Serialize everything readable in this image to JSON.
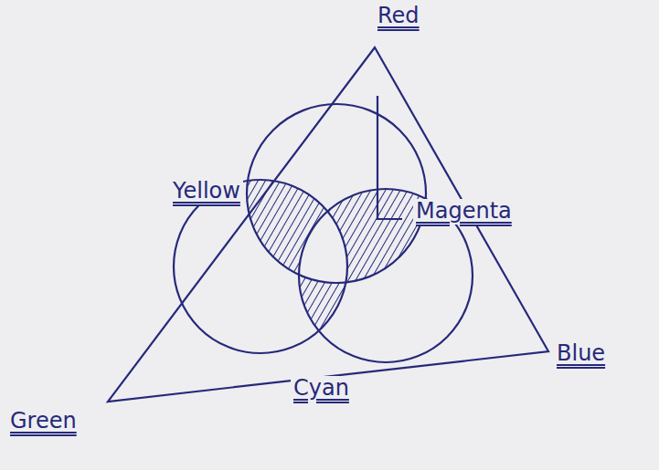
{
  "diagram": {
    "labels": [
      "Red",
      "Yellow",
      "Magenta",
      "Cyan",
      "Green",
      "Blue"
    ]
  }
}
